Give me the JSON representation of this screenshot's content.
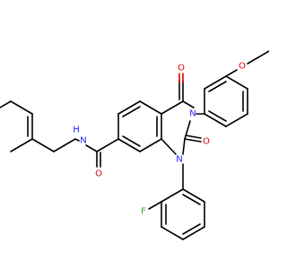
{
  "colors": {
    "bond": "#000000",
    "oxygen": "#e00000",
    "nitrogen": "#2020ff",
    "fluorine": "#33aa33",
    "background": "#ffffff"
  },
  "atoms": {
    "o_carbonyl_top": "O",
    "o_carbonyl_right": "O",
    "o_amide": "O",
    "o_methoxy": "O",
    "n3": "N",
    "n1": "N",
    "n_amide": "N",
    "h_amide": "H",
    "f": "F"
  }
}
